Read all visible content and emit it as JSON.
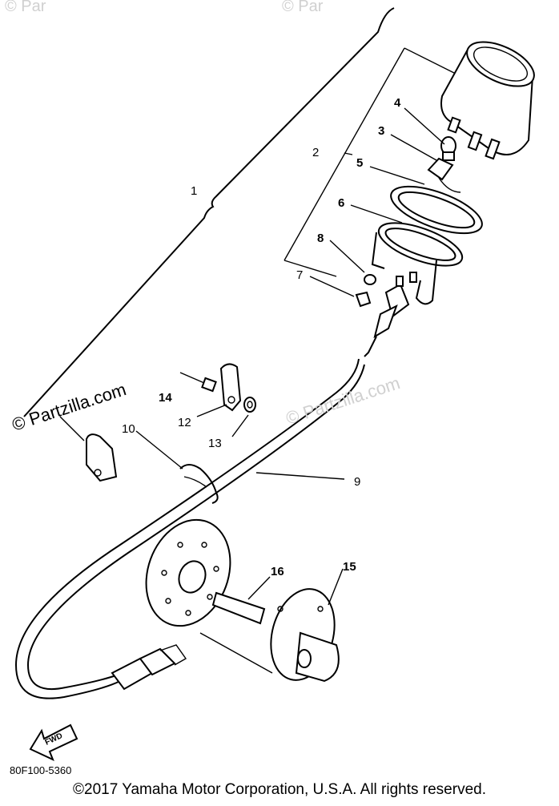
{
  "callouts": [
    {
      "id": "1",
      "text": "1"
    },
    {
      "id": "2",
      "text": "2"
    },
    {
      "id": "3",
      "text": "3"
    },
    {
      "id": "4",
      "text": "4"
    },
    {
      "id": "5",
      "text": "5"
    },
    {
      "id": "6",
      "text": "6"
    },
    {
      "id": "7",
      "text": "7"
    },
    {
      "id": "8",
      "text": "8"
    },
    {
      "id": "9",
      "text": "9"
    },
    {
      "id": "10",
      "text": "10"
    },
    {
      "id": "12",
      "text": "12"
    },
    {
      "id": "13",
      "text": "13"
    },
    {
      "id": "14",
      "text": "14"
    },
    {
      "id": "15",
      "text": "15"
    },
    {
      "id": "16",
      "text": "16"
    }
  ],
  "watermark": {
    "main": "© Partzilla.com",
    "secondary": "© Partzilla.com",
    "corner_left": "© Par",
    "corner_right": "© Par"
  },
  "diagram_code": "80F100-5360",
  "fwd_label": "FWD",
  "copyright": "©2017  Yamaha Motor Corporation, U.S.A. All rights reserved."
}
